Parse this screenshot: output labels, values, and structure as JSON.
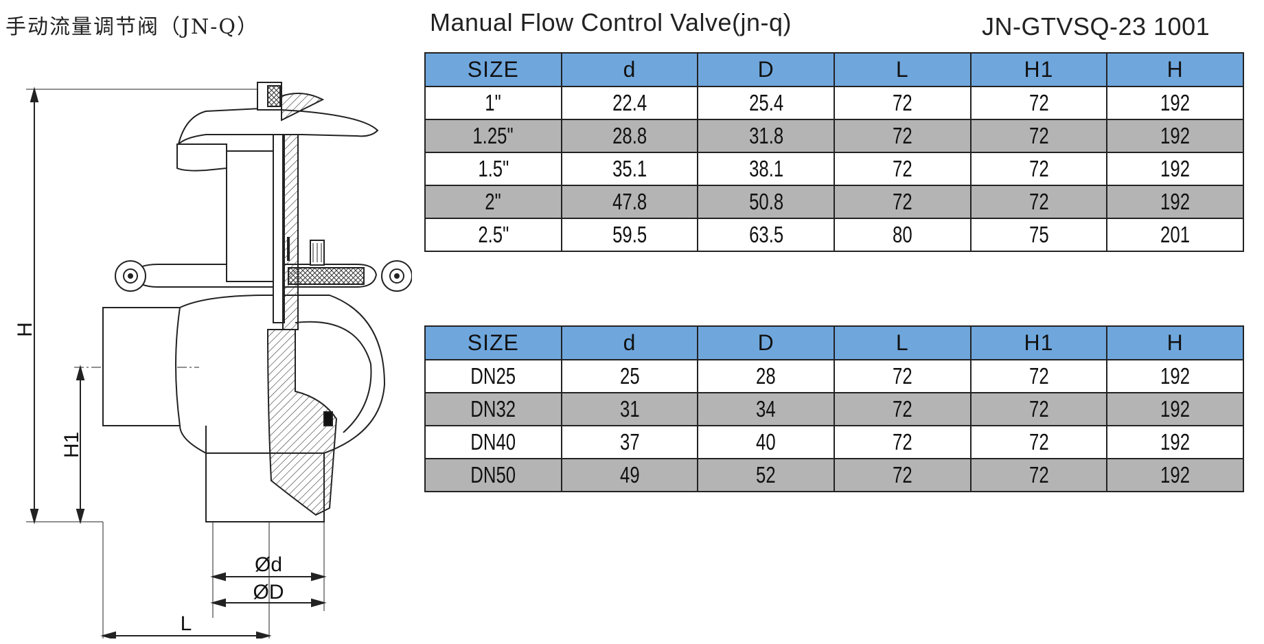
{
  "header": {
    "title_cn": "手动流量调节阀（JN-Q）",
    "title_en": "Manual Flow Control Valve(jn-q)",
    "doc_code": "JN-GTVSQ-23 1001"
  },
  "drawing": {
    "labels": {
      "H": "H",
      "H1": "H1",
      "d": "Ød",
      "D": "ØD",
      "L": "L"
    }
  },
  "tables": [
    {
      "columns": [
        "SIZE",
        "d",
        "D",
        "L",
        "H1",
        "H"
      ],
      "rows": [
        [
          "1\"",
          "22.4",
          "25.4",
          "72",
          "72",
          "192"
        ],
        [
          "1.25\"",
          "28.8",
          "31.8",
          "72",
          "72",
          "192"
        ],
        [
          "1.5\"",
          "35.1",
          "38.1",
          "72",
          "72",
          "192"
        ],
        [
          "2\"",
          "47.8",
          "50.8",
          "72",
          "72",
          "192"
        ],
        [
          "2.5\"",
          "59.5",
          "63.5",
          "80",
          "75",
          "201"
        ]
      ]
    },
    {
      "columns": [
        "SIZE",
        "d",
        "D",
        "L",
        "H1",
        "H"
      ],
      "rows": [
        [
          "DN25",
          "25",
          "28",
          "72",
          "72",
          "192"
        ],
        [
          "DN32",
          "31",
          "34",
          "72",
          "72",
          "192"
        ],
        [
          "DN40",
          "37",
          "40",
          "72",
          "72",
          "192"
        ],
        [
          "DN50",
          "49",
          "52",
          "72",
          "72",
          "192"
        ]
      ]
    }
  ],
  "colors": {
    "header_fill": "#6fa7dd",
    "alt_row_fill": "#b4b4b4"
  }
}
